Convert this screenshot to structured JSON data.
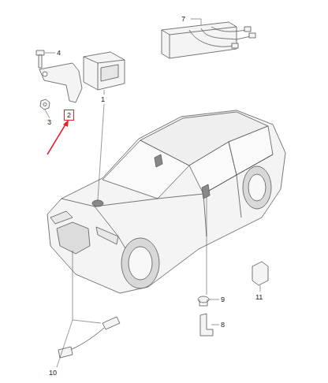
{
  "diagram": {
    "nodes": [
      {
        "text": [
          "2"
        ]
      }
    ],
    "labels": [
      "7",
      "4",
      "1",
      "3",
      "11",
      "9",
      "8",
      "10"
    ]
  }
}
